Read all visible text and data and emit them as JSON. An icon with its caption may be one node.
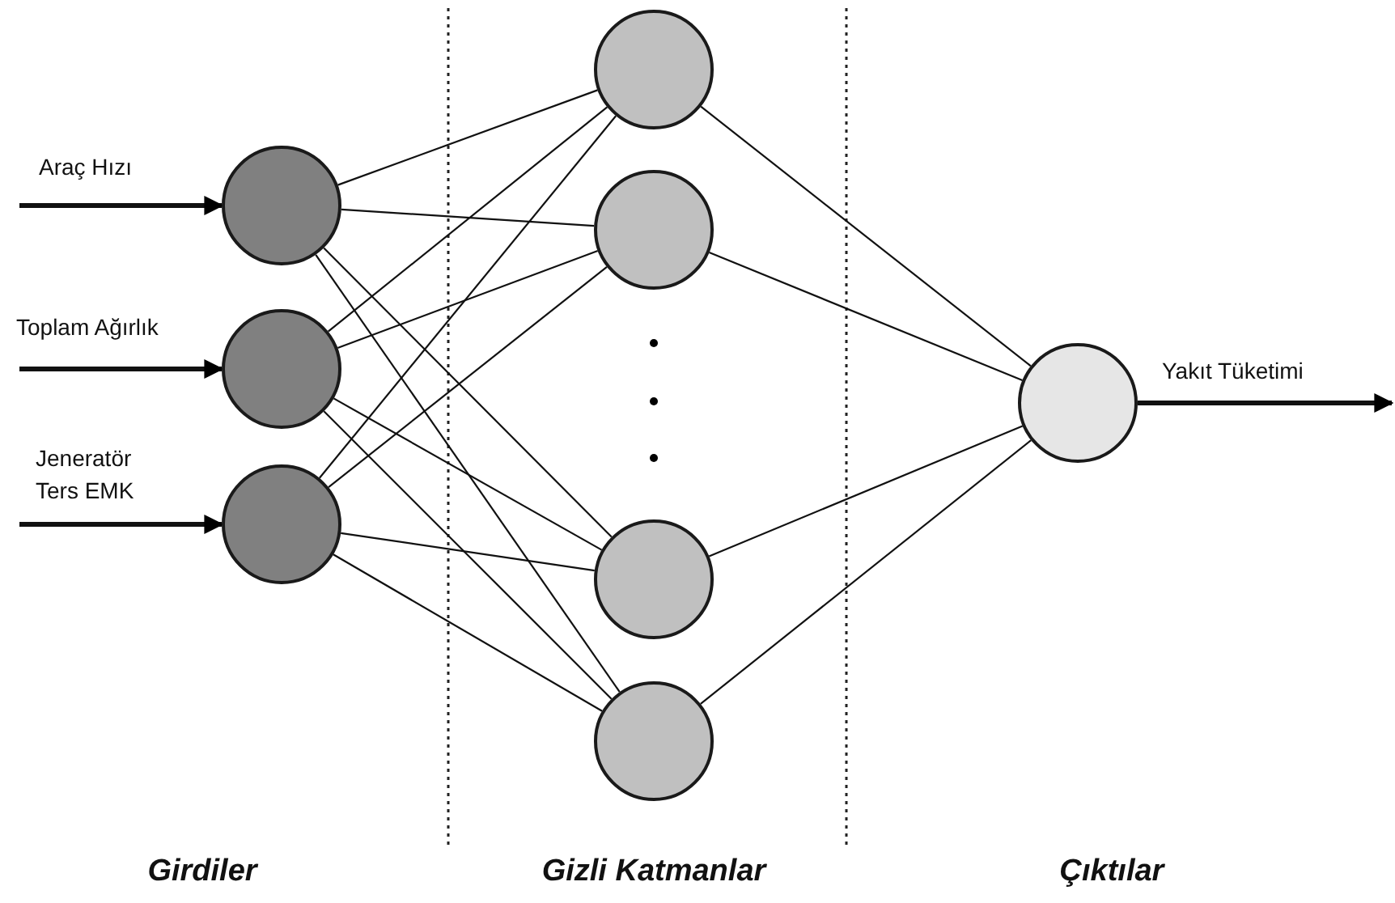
{
  "diagram": {
    "nodes": [
      {
        "text": [],
        "shape": "circle"
      },
      {
        "text": [],
        "shape": "circle"
      },
      {
        "text": [],
        "shape": "circle"
      },
      {
        "text": [],
        "shape": "circle"
      },
      {
        "text": [],
        "shape": "circle"
      },
      {
        "text": [],
        "shape": "circle"
      },
      {
        "text": [],
        "shape": "circle"
      },
      {
        "text": [],
        "shape": "circle"
      }
    ],
    "edges": [
      {
        "from": null,
        "to": 0,
        "arrow": "to",
        "label": "Araç Hızı",
        "style": "thick"
      },
      {
        "from": null,
        "to": 1,
        "arrow": "to",
        "label": "Toplam Ağırlık",
        "style": "thick"
      },
      {
        "from": null,
        "to": 2,
        "arrow": "to",
        "label": "Jeneratör Ters EMK",
        "style": "thick"
      },
      {
        "from": 0,
        "to": 3,
        "arrow": "none"
      },
      {
        "from": 0,
        "to": 4,
        "arrow": "none"
      },
      {
        "from": 0,
        "to": 5,
        "arrow": "none"
      },
      {
        "from": 0,
        "to": 6,
        "arrow": "none"
      },
      {
        "from": 1,
        "to": 3,
        "arrow": "none"
      },
      {
        "from": 1,
        "to": 4,
        "arrow": "none"
      },
      {
        "from": 1,
        "to": 5,
        "arrow": "none"
      },
      {
        "from": 1,
        "to": 6,
        "arrow": "none"
      },
      {
        "from": 2,
        "to": 3,
        "arrow": "none"
      },
      {
        "from": 2,
        "to": 4,
        "arrow": "none"
      },
      {
        "from": 2,
        "to": 5,
        "arrow": "none"
      },
      {
        "from": 2,
        "to": 6,
        "arrow": "none"
      },
      {
        "from": 3,
        "to": 7,
        "arrow": "none"
      },
      {
        "from": 4,
        "to": 7,
        "arrow": "none"
      },
      {
        "from": 5,
        "to": 7,
        "arrow": "none"
      },
      {
        "from": 6,
        "to": 7,
        "arrow": "none"
      },
      {
        "from": 7,
        "to": null,
        "arrow": "to",
        "label": "Yakıt Tüketimi",
        "style": "thick"
      }
    ],
    "labels": [
      "Girdiler",
      "Gizli Katmanlar",
      "Çıktılar"
    ]
  }
}
